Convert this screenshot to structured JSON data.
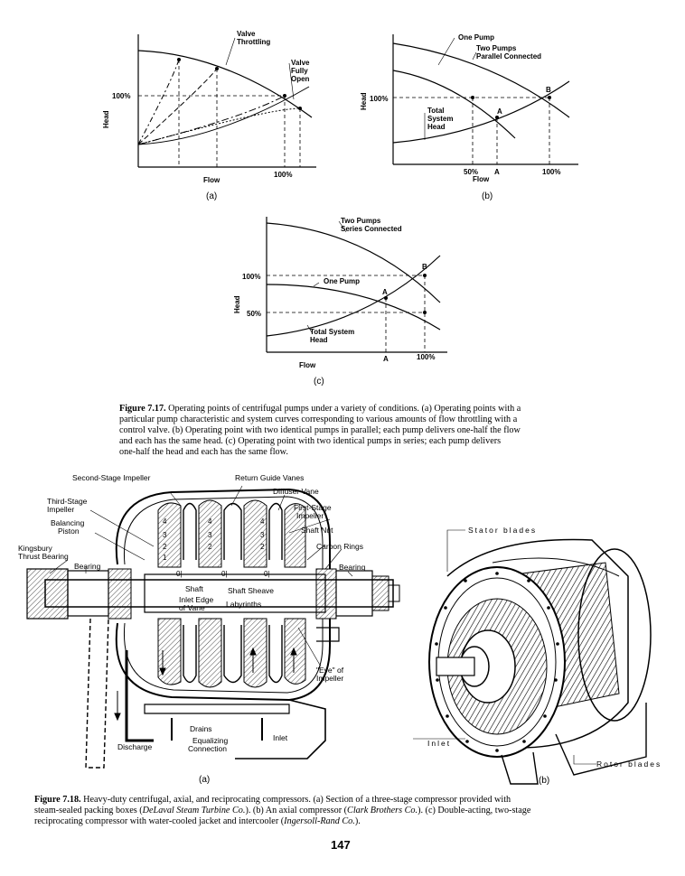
{
  "fig717": {
    "a": {
      "ylabel": "Head",
      "xlabel": "Flow",
      "pct100_y": "100%",
      "pct100_x": "100%",
      "valve_throttling": [
        "Valve",
        "Throttling"
      ],
      "valve_open": [
        "Valve",
        "Fully",
        "Open"
      ],
      "sub": "(a)"
    },
    "b": {
      "ylabel": "Head",
      "xlabel": "Flow",
      "pct100_y": "100%",
      "one_pump": "One Pump",
      "two_pumps": [
        "Two Pumps",
        "Parallel Connected"
      ],
      "total_system": [
        "Total",
        "System",
        "Head"
      ],
      "pt_a": "A",
      "pt_b": "B",
      "x50": "50%",
      "xA": "A",
      "x100": "100%",
      "sub": "(b)"
    },
    "c": {
      "ylabel": "Head",
      "xlabel": "Flow",
      "pct100_y": "100%",
      "pct50_y": "50%",
      "two_pumps": [
        "Two Pumps",
        "Series Connected"
      ],
      "one_pump": "One Pump",
      "total_system": [
        "Total System",
        "Head"
      ],
      "pt_a": "A",
      "pt_b": "B",
      "xA": "A",
      "x100": "100%",
      "sub": "(c)"
    },
    "caption_label": "Figure 7.17.",
    "caption_lines": [
      " Operating points of centrifugal pumps under a variety of conditions. (a) Operating points with a",
      "particular pump characteristic and system curves corresponding to various amounts of flow throttling with a",
      "control valve. (b) Operating point with two identical pumps in parallel; each pump delivers one-half the flow",
      "and each has the same head. (c) Operating point with two identical pumps in series; each pump delivers",
      "one-half the head and each has the same flow."
    ]
  },
  "fig718": {
    "a_labels": {
      "second_stage": "Second-Stage Impeller",
      "return_guide": "Return Guide Vanes",
      "diffuser": "Diffuser Vane",
      "third_stage": [
        "Third-Stage",
        "Impeller"
      ],
      "first_stage": [
        "First-Stage",
        "Impeller"
      ],
      "balancing": [
        "Balancing",
        "Piston"
      ],
      "shaft_nut": "Shaft Nut",
      "kingsbury": [
        "Kingsbury",
        "Thrust Bearing"
      ],
      "carbon_rings": "Carbon Rings",
      "bearing_l": "Bearing",
      "bearing_r": "Bearing",
      "shaft": "Shaft",
      "shaft_sheave": "Shaft Sheave",
      "inlet_edge": [
        "Inlet Edge",
        "of Vane"
      ],
      "labyrinths": "Labyrinths",
      "eye": [
        "\"Eye\" of",
        "Impeller"
      ],
      "drains": "Drains",
      "equalizing": [
        "Equalizing",
        "Connection"
      ],
      "discharge": "Discharge",
      "inlet": "Inlet"
    },
    "b_labels": {
      "stator": "Stator blades",
      "inlet": "Inlet",
      "rotor": "Rotor blades"
    },
    "sub_a": "(a)",
    "sub_b": "(b)",
    "caption_label": "Figure 7.18.",
    "caption_line1": " Heavy-duty centrifugal, axial, and reciprocating compressors. (a) Section of a three-stage compressor provided with",
    "caption_line2_pre": "steam-sealed packing boxes (",
    "caption_line2_it1": "DeLaval Steam Turbine Co.",
    "caption_line2_mid": "). (b) An axial compressor (",
    "caption_line2_it2": "Clark Brothers Co.",
    "caption_line2_post": "). (c) Double-acting, two-stage",
    "caption_line3_pre": "reciprocating compressor with water-cooled jacket and intercooler (",
    "caption_line3_it": "Ingersoll-Rand Co.",
    "caption_line3_post": ")."
  },
  "page_number": "147"
}
